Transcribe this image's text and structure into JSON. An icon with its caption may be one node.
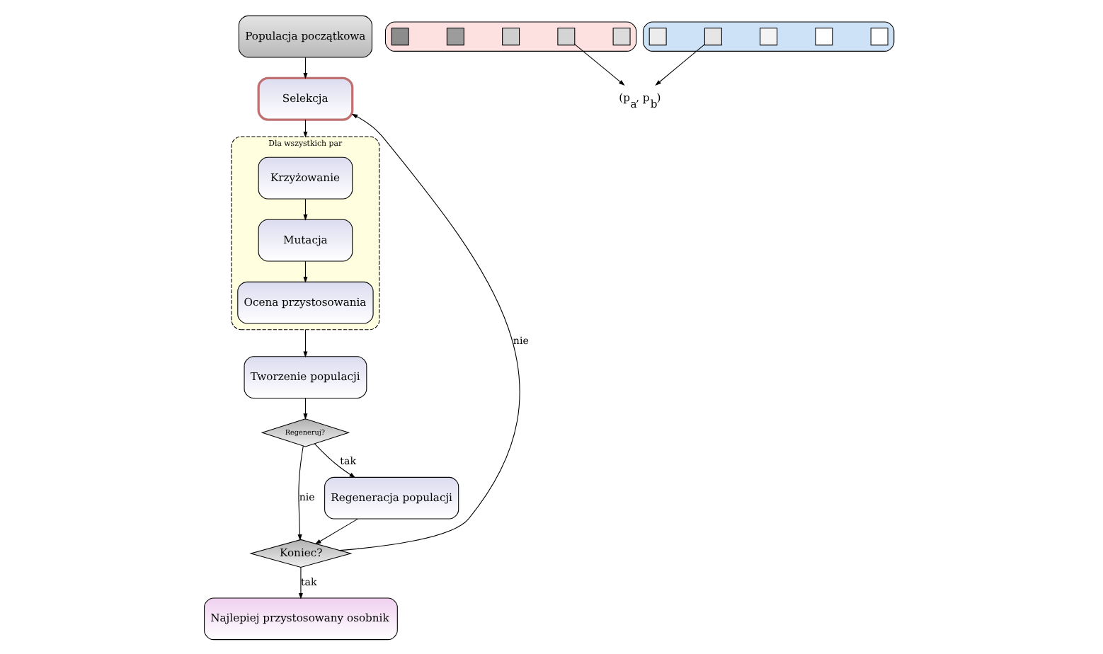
{
  "diagram": {
    "nodes": [
      {
        "text": [
          "Populacja początkowa"
        ]
      },
      {
        "text": [
          "Selekcja"
        ]
      },
      {
        "text": [
          "Dla wszystkich par"
        ]
      },
      {
        "text": [
          "Krzyżowanie"
        ],
        "in": 2
      },
      {
        "text": [
          "Mutacja"
        ],
        "in": 2
      },
      {
        "text": [
          "Ocena przystosowania"
        ],
        "in": 2
      },
      {
        "text": [
          "Koniec?"
        ]
      },
      {
        "text": [
          "Najlepiej przystosowany osobnik"
        ]
      },
      {
        "text": [
          "Tworzenie populacji"
        ]
      },
      {
        "text": [
          "Regeneruj?"
        ]
      },
      {
        "text": [
          "Regeneracja populacji"
        ]
      },
      {
        "text": [],
        "shape": "box"
      },
      {
        "text": [],
        "shape": "box",
        "in": 11
      },
      {
        "text": [],
        "shape": "box",
        "in": 11
      },
      {
        "text": [],
        "shape": "box",
        "in": 11
      },
      {
        "text": [],
        "shape": "box",
        "in": 11
      },
      {
        "text": [],
        "shape": "box",
        "in": 11
      },
      {
        "text": [],
        "shape": "box"
      },
      {
        "text": [],
        "shape": "box",
        "in": 17
      },
      {
        "text": [],
        "shape": "box",
        "in": 17
      },
      {
        "text": [],
        "shape": "box",
        "in": 17
      },
      {
        "text": [],
        "shape": "box",
        "in": 17
      },
      {
        "text": [],
        "shape": "box",
        "in": 17
      },
      {
        "text": [
          "(p$_{a}$, p$_{b}$)"
        ]
      }
    ],
    "edges": [
      {
        "from": 0,
        "to": 1,
        "arrow": "to"
      },
      {
        "from": 1,
        "to": 2,
        "arrow": "to"
      },
      {
        "from": 3,
        "to": 4,
        "arrow": "to"
      },
      {
        "from": 4,
        "to": 5,
        "arrow": "to"
      },
      {
        "from": 2,
        "to": 8,
        "arrow": "to"
      },
      {
        "from": 8,
        "to": 9,
        "arrow": "to"
      },
      {
        "from": 9,
        "to": 10,
        "arrow": "to",
        "label": "tak"
      },
      {
        "from": 9,
        "to": 6,
        "arrow": "to",
        "label": "nie"
      },
      {
        "from": 10,
        "to": 6,
        "arrow": "to"
      },
      {
        "from": 6,
        "to": 7,
        "arrow": "to",
        "label": "tak"
      },
      {
        "from": 6,
        "to": 1,
        "arrow": "to",
        "label": "nie"
      },
      {
        "from": 15,
        "to": 23,
        "arrow": "to"
      },
      {
        "from": 19,
        "to": 23,
        "arrow": "to"
      }
    ]
  }
}
